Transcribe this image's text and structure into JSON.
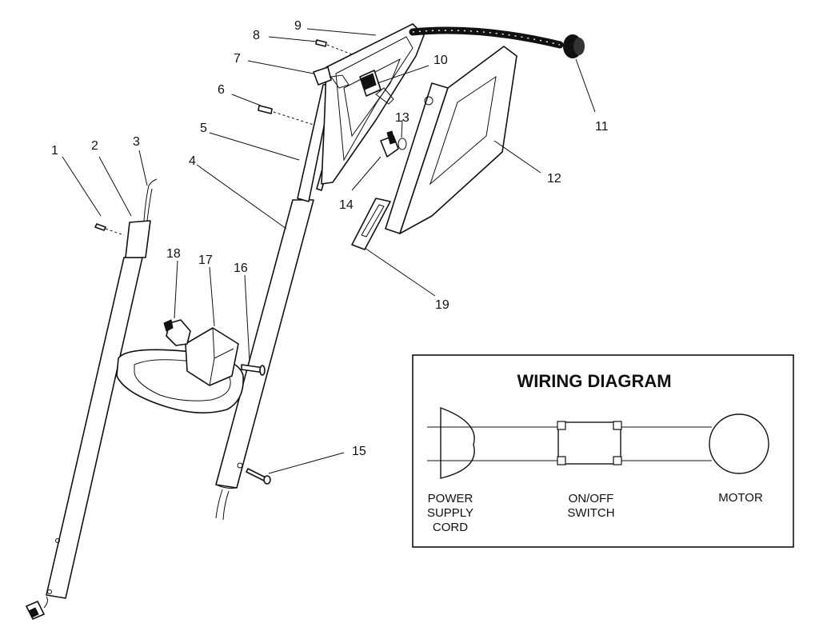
{
  "part_numbers": [
    "1",
    "2",
    "3",
    "4",
    "5",
    "6",
    "7",
    "8",
    "9",
    "10",
    "11",
    "12",
    "13",
    "14",
    "15",
    "16",
    "17",
    "18",
    "19"
  ],
  "wiring": {
    "title": "WIRING DIAGRAM",
    "power": [
      "POWER",
      "SUPPLY",
      "CORD"
    ],
    "switch": [
      "ON/OFF",
      "SWITCH"
    ],
    "motor": "MOTOR"
  }
}
